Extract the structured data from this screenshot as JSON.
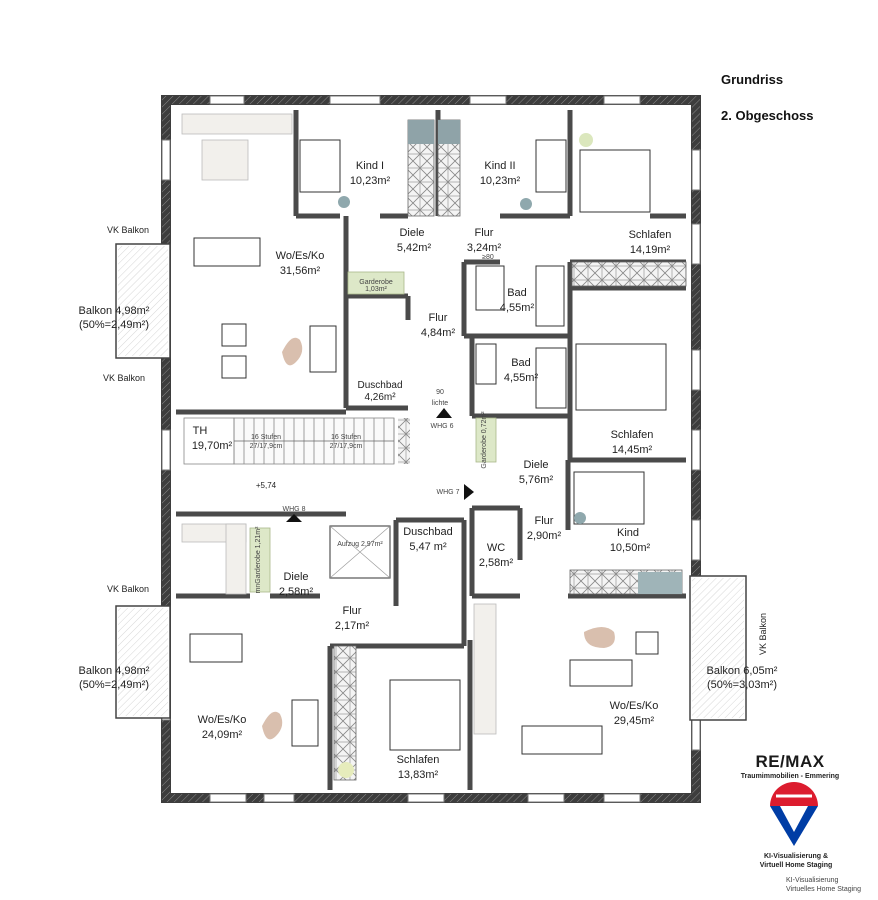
{
  "header": {
    "title": "Grundriss",
    "subtitle": "2. Obgeschoss"
  },
  "rooms": {
    "kind1": {
      "name": "Kind I",
      "area": "10,23m²"
    },
    "kind2": {
      "name": "Kind II",
      "area": "10,23m²"
    },
    "wo1": {
      "name": "Wo/Es/Ko",
      "area": "31,56m²"
    },
    "diele1": {
      "name": "Diele",
      "area": "5,42m²"
    },
    "flur1": {
      "name": "Flur",
      "area": "3,24m²"
    },
    "schlafen1": {
      "name": "Schlafen",
      "area": "14,19m²"
    },
    "garderobe1": {
      "name": "Garderobe",
      "area": "1,03m²"
    },
    "bad1": {
      "name": "Bad",
      "area": "4,55m²"
    },
    "flur2": {
      "name": "Flur",
      "area": "4,84m²"
    },
    "bad2": {
      "name": "Bad",
      "area": "4,55m²"
    },
    "duschbad1": {
      "name": "Duschbad",
      "area": "4,26m²"
    },
    "th": {
      "name": "TH",
      "area": "19,70m²"
    },
    "schlafen2": {
      "name": "Schlafen",
      "area": "14,45m²"
    },
    "diele2": {
      "name": "Diele",
      "area": "5,76m²"
    },
    "flur3": {
      "name": "Flur",
      "area": "2,90m²"
    },
    "kind3": {
      "name": "Kind",
      "area": "10,50m²"
    },
    "duschbad2": {
      "name": "Duschbad",
      "area": "5,47 m²"
    },
    "wc": {
      "name": "WC",
      "area": "2,58m²"
    },
    "diele3": {
      "name": "Diele",
      "area": "2,58m²"
    },
    "flur4": {
      "name": "Flur",
      "area": "2,17m²"
    },
    "wo2": {
      "name": "Wo/Es/Ko",
      "area": "24,09m²"
    },
    "schlafen3": {
      "name": "Schlafen",
      "area": "13,83m²"
    },
    "wo3": {
      "name": "Wo/Es/Ko",
      "area": "29,45m²"
    }
  },
  "balconies": {
    "b1": {
      "vk_top": "VK Balkon",
      "name": "Balkon 4,98m²",
      "half": "(50%=2,49m²)",
      "vk_bottom": "VK Balkon"
    },
    "b2": {
      "vk_top": "VK Balkon",
      "name": "Balkon 4,98m²",
      "half": "(50%=2,49m²)"
    },
    "b3": {
      "vk_side": "VK Balkon",
      "name": "Balkon 6,05m²",
      "half": "(50%=3,03m²)"
    }
  },
  "annotations": {
    "whg6": "WHG 6",
    "whg7": "WHG 7",
    "whg8": "WHG 8",
    "level": "+5,74",
    "stairs1": "16 Stufen",
    "stairs1b": "27/17,9cm",
    "stairs2": "16 Stufen",
    "stairs2b": "27/17,9cm",
    "aufzug": "Aufzug 2,97m²",
    "garderobe2": "Garderobe 0,72m²",
    "garderobe3": "mnGarderobe 1,21m²",
    "lichte": "lichte",
    "d90": "90",
    "d80": "≥80"
  },
  "logo": {
    "brand": "RE/MAX",
    "tagline": "Traumimmobilien - Emmering",
    "credit_line1": "KI-Visualisierung &",
    "credit_line2": "Virtuell Home Staging",
    "credit_faint1": "KI-Visualisierung",
    "credit_faint2": "Virtuelles Home Staging",
    "colors": {
      "red": "#dc1c2e",
      "blue": "#003da5"
    }
  },
  "colors": {
    "wall": "#4a4a4a",
    "hatch": "#9a9a9a",
    "window": "#cfe3ea",
    "sage": "#d8e6c0",
    "rug": "#d9bfae",
    "teal": "#6b8a92"
  }
}
